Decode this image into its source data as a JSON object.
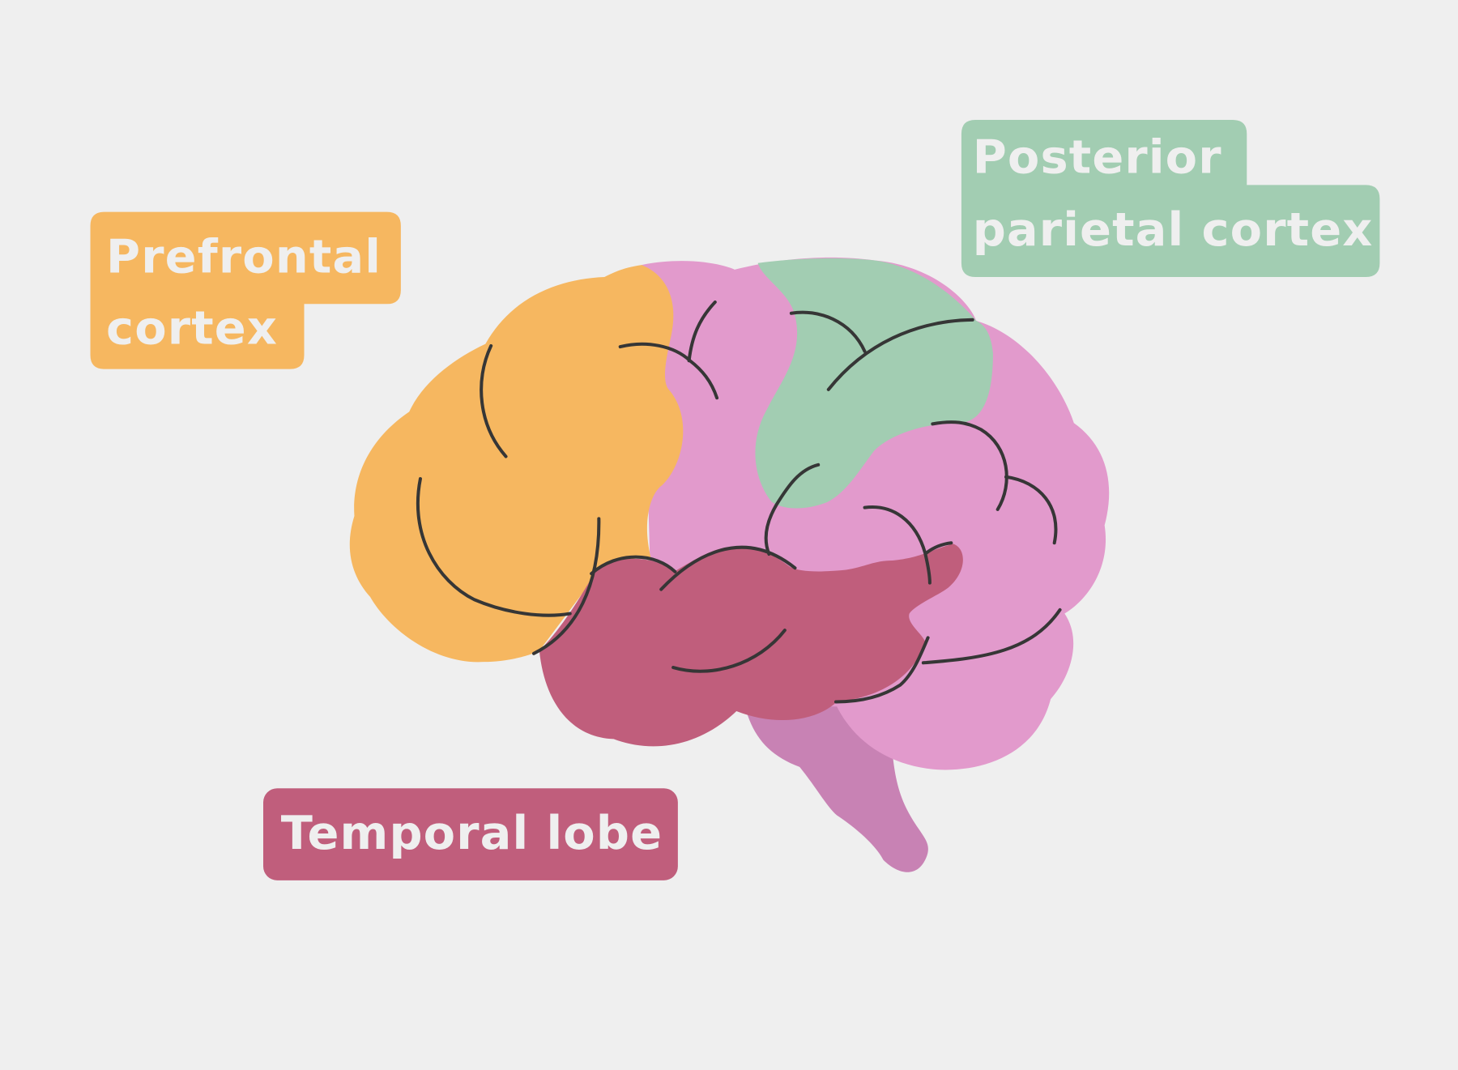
{
  "labels": {
    "prefrontal": {
      "line1": "Prefrontal",
      "line2": "cortex"
    },
    "posterior_parietal": {
      "line1": "Posterior",
      "line2": "parietal cortex"
    },
    "temporal": {
      "line1": "Temporal lobe"
    }
  },
  "colors": {
    "background": "#efefef",
    "prefrontal": "#f6b760",
    "parietal": "#a2cdb2",
    "temporal": "#c05e7c",
    "brain": "#e29acc",
    "brainstem": "#c882b4",
    "fold_lines": "#363636",
    "label_text": "#efefef"
  }
}
